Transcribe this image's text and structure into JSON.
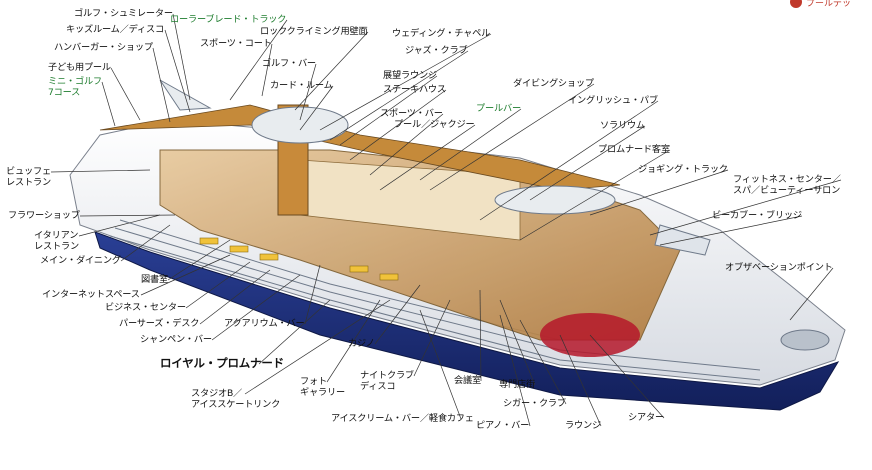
{
  "header": {
    "corner_text": "プールデッ"
  },
  "colors": {
    "hull_blue": "#1c2f7a",
    "hull_white": "#f4f5f7",
    "deck_wood": "#c58a3a",
    "label_green": "#1e7d2e",
    "label_pink": "#c0392b",
    "leader": "#333333"
  },
  "labels": [
    {
      "id": "golf-simulator",
      "text": "ゴルフ・シュミレーター",
      "style": ""
    },
    {
      "id": "roller-blade",
      "text": "ローラーブレード・トラック",
      "style": "green"
    },
    {
      "id": "kids-room",
      "text": "キッズルーム／ディスコ",
      "style": ""
    },
    {
      "id": "rock-climbing",
      "text": "ロッククライミング用壁面",
      "style": ""
    },
    {
      "id": "sports-court",
      "text": "スポーツ・コート",
      "style": ""
    },
    {
      "id": "wedding-chapel",
      "text": "ウェディング・チャペル",
      "style": ""
    },
    {
      "id": "burger-shop",
      "text": "ハンバーガー・ショップ",
      "style": ""
    },
    {
      "id": "golf-bar",
      "text": "ゴルフ・バー",
      "style": ""
    },
    {
      "id": "jazz-club",
      "text": "ジャズ・クラブ",
      "style": ""
    },
    {
      "id": "kids-pool",
      "text": "子ども用プール",
      "style": ""
    },
    {
      "id": "card-room",
      "text": "カード・ルーム",
      "style": ""
    },
    {
      "id": "mini-golf",
      "text": "ミニ・ゴルフ\n7コース",
      "style": "green"
    },
    {
      "id": "observation-lounge",
      "text": "展望ラウンジ",
      "style": ""
    },
    {
      "id": "steak-house",
      "text": "ステーキハウス",
      "style": ""
    },
    {
      "id": "diving-shop",
      "text": "ダイビングショップ",
      "style": ""
    },
    {
      "id": "pool-bar",
      "text": "プールバー",
      "style": "green"
    },
    {
      "id": "english-pub",
      "text": "イングリッシュ・パブ",
      "style": ""
    },
    {
      "id": "sports-bar",
      "text": "スポーツ・バー",
      "style": ""
    },
    {
      "id": "pool-jacuzzi",
      "text": "プール／ジャクジー",
      "style": ""
    },
    {
      "id": "solarium",
      "text": "ソラリウム",
      "style": ""
    },
    {
      "id": "buffet",
      "text": "ビュッフェ\nレストラン",
      "style": ""
    },
    {
      "id": "promenade-cabin",
      "text": "プロムナード客室",
      "style": ""
    },
    {
      "id": "jogging-track",
      "text": "ジョギング・トラック",
      "style": ""
    },
    {
      "id": "fitness-center",
      "text": "フィットネス・センター／\nスパ／ビューティーサロン",
      "style": ""
    },
    {
      "id": "flower-shop",
      "text": "フラワーショップ",
      "style": ""
    },
    {
      "id": "bee-cabin-bridge",
      "text": "ビーカブー・ブリッジ",
      "style": ""
    },
    {
      "id": "italian",
      "text": "イタリアン\nレストラン",
      "style": ""
    },
    {
      "id": "main-dining",
      "text": "メイン・ダイニング",
      "style": ""
    },
    {
      "id": "observation-point",
      "text": "オブザベーションポイント",
      "style": ""
    },
    {
      "id": "library",
      "text": "図書室",
      "style": ""
    },
    {
      "id": "internet-space",
      "text": "インターネットスペース",
      "style": ""
    },
    {
      "id": "business-center",
      "text": "ビジネス・センター",
      "style": ""
    },
    {
      "id": "pursers-desk",
      "text": "パーサーズ・デスク",
      "style": ""
    },
    {
      "id": "aquarium-bar",
      "text": "アクアリウム・バー",
      "style": ""
    },
    {
      "id": "champagne-bar",
      "text": "シャンペン・バー",
      "style": ""
    },
    {
      "id": "casino",
      "text": "カジノ",
      "style": ""
    },
    {
      "id": "royal-promenade",
      "text": "ロイヤル・プロムナード",
      "style": "big"
    },
    {
      "id": "nightclub",
      "text": "ナイトクラブ\nディスコ",
      "style": ""
    },
    {
      "id": "photo-gallery",
      "text": "フォト\nギャラリー",
      "style": ""
    },
    {
      "id": "conference-room",
      "text": "会議室",
      "style": ""
    },
    {
      "id": "specialty-shops",
      "text": "専門店街",
      "style": ""
    },
    {
      "id": "studio-b",
      "text": "スタジオB／\nアイススケートリンク",
      "style": ""
    },
    {
      "id": "cigar-club",
      "text": "シガー・クラブ",
      "style": ""
    },
    {
      "id": "theater",
      "text": "シアター",
      "style": ""
    },
    {
      "id": "ice-cream-bar",
      "text": "アイスクリーム・バー／軽食カフェ",
      "style": ""
    },
    {
      "id": "piano-bar",
      "text": "ピアノ・バー",
      "style": ""
    },
    {
      "id": "lounge",
      "text": "ラウンジ",
      "style": ""
    }
  ]
}
